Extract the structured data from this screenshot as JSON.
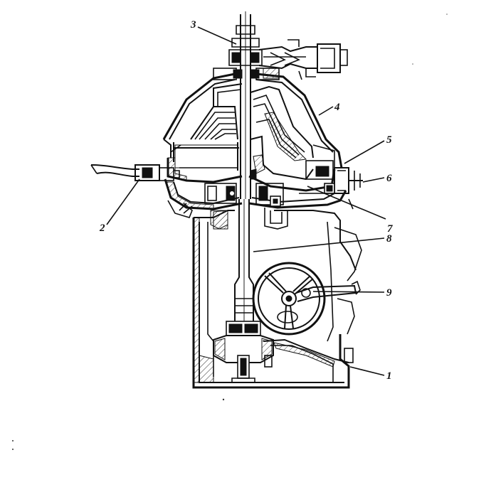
{
  "figure": {
    "callouts": [
      {
        "id": "c1",
        "text": "1"
      },
      {
        "id": "c2",
        "text": "2"
      },
      {
        "id": "c3",
        "text": "3"
      },
      {
        "id": "c4",
        "text": "4"
      },
      {
        "id": "c5",
        "text": "5"
      },
      {
        "id": "c6",
        "text": "6"
      },
      {
        "id": "c7",
        "text": "7"
      },
      {
        "id": "c8",
        "text": "8"
      },
      {
        "id": "c9",
        "text": "9"
      }
    ]
  },
  "colors": {
    "ink": "#111111",
    "paper": "#ffffff"
  }
}
